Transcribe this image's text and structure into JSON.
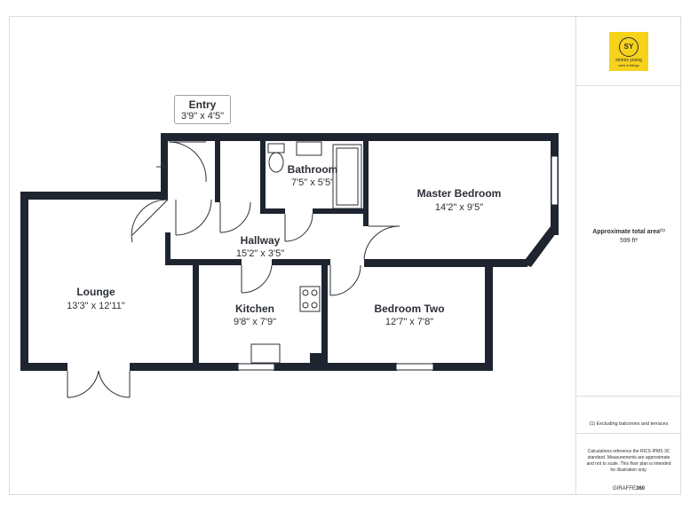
{
  "rooms": {
    "entry": {
      "name": "Entry",
      "dims": "3'9\" x 4'5\""
    },
    "bathroom": {
      "name": "Bathroom",
      "dims": "7'5\" x 5'5\""
    },
    "master_bedroom": {
      "name": "Master Bedroom",
      "dims": "14'2\" x 9'5\""
    },
    "hallway": {
      "name": "Hallway",
      "dims": "15'2\" x 3'5\""
    },
    "lounge": {
      "name": "Lounge",
      "dims": "13'3\" x 12'11\""
    },
    "kitchen": {
      "name": "Kitchen",
      "dims": "9'8\" x 7'9\""
    },
    "bedroom_two": {
      "name": "Bedroom Two",
      "dims": "12'7\" x 7'8\""
    }
  },
  "sidebar": {
    "logo": {
      "monogram": "SY",
      "brand": "stones young",
      "tagline": "sales & lettings"
    },
    "area_label": "Approximate total area⁽¹⁾",
    "area_value": "599 ft²",
    "footnote": "(1) Excluding balconies and terraces",
    "disclaimer": "Calculations reference the RICS IPMS 3C standard. Measurements are approximate and not to scale. This floor plan is intended for illustration only.",
    "credit_prefix": "GIRAFFE",
    "credit_suffix": "360"
  },
  "colors": {
    "wall": "#1e2530",
    "accent": "#f6d21b",
    "text": "#2b2f36"
  }
}
